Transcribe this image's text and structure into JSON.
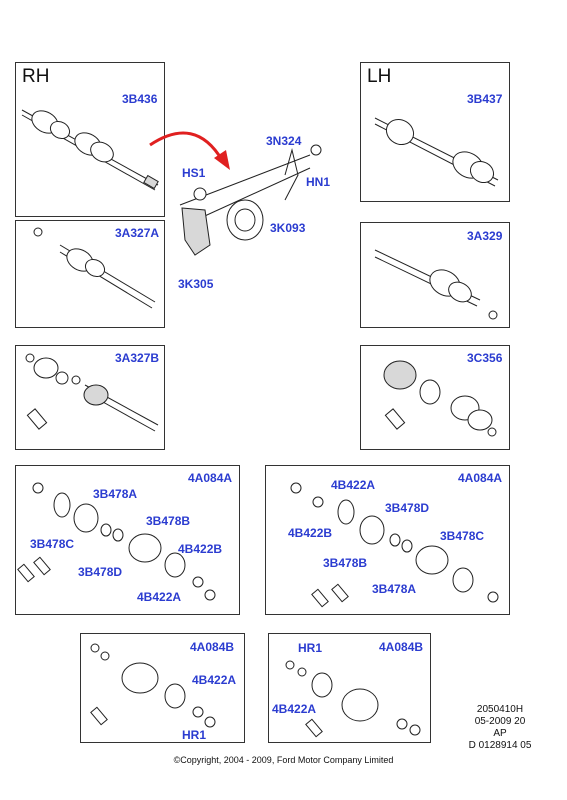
{
  "panels": {
    "rh_label": "RH",
    "lh_label": "LH"
  },
  "parts": {
    "p3B436": "3B436",
    "p3N324": "3N324",
    "pHS1": "HS1",
    "pHN1": "HN1",
    "p3K093": "3K093",
    "p3K305": "3K305",
    "p3B437": "3B437",
    "p3A327A": "3A327A",
    "p3A329": "3A329",
    "p3A327B": "3A327B",
    "p3C356": "3C356",
    "kitL": {
      "title": "4A084A",
      "b478a": "3B478A",
      "b478b": "3B478B",
      "b478c": "3B478C",
      "b478d": "3B478D",
      "b422b": "4B422B",
      "b422a": "4B422A"
    },
    "kitR": {
      "title": "4A084A",
      "b422a": "4B422A",
      "b478d": "3B478D",
      "b422b": "4B422B",
      "b478c": "3B478C",
      "b478b": "3B478B",
      "b478a": "3B478A"
    },
    "kitBL": {
      "title": "4A084B",
      "b422a": "4B422A",
      "hr1": "HR1"
    },
    "kitBR": {
      "title": "4A084B",
      "hr1": "HR1",
      "b422a": "4B422A"
    }
  },
  "info": {
    "line1": "2050410H",
    "line2": "05-2009 20",
    "line3": "AP",
    "line4": "D 0128914 05"
  },
  "copyright": "©Copyright, 2004 - 2009, Ford Motor Company Limited",
  "colors": {
    "label": "#2b3cd0",
    "arrow": "#e02020"
  }
}
